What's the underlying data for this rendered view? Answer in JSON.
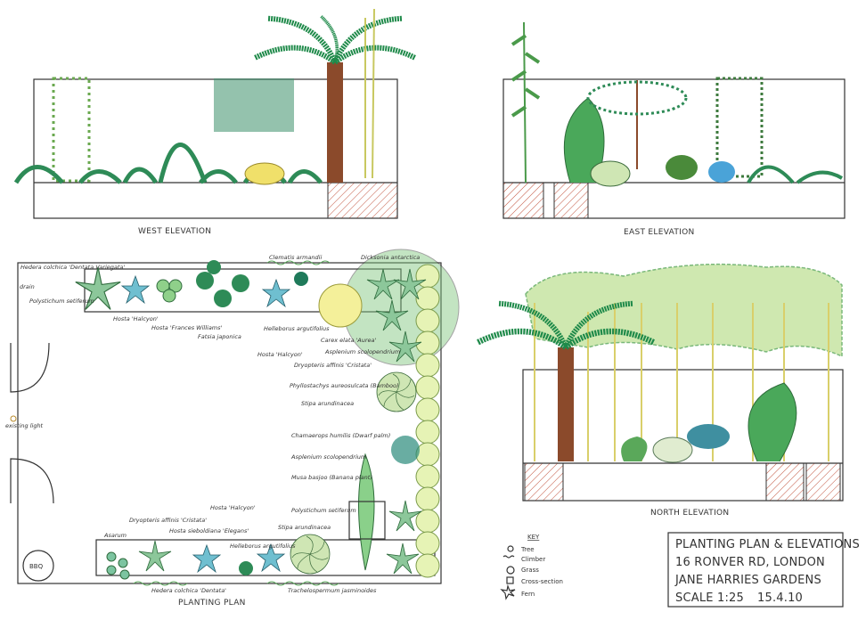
{
  "elevations": {
    "west": "WEST ELEVATION",
    "east": "EAST ELEVATION",
    "north": "NORTH ELEVATION"
  },
  "plan": {
    "title": "PLANTING PLAN",
    "bbq": "BBQ",
    "existing_light": "existing light",
    "drain": "drain",
    "labels": {
      "hedera_top": "Hedera colchica 'Dentata Variegata'",
      "polystichum_top": "Polystichum setiferum",
      "hosta_halcyon_1": "Hosta 'Halcyon'",
      "hosta_fw": "Hosta 'Frances Williams'",
      "fatsia": "Fatsia japonica",
      "hosta_halcyon_2": "Hosta 'Halcyon'",
      "helleborus_top": "Helleborus argutifolius",
      "carex": "Carex elata 'Aurea'",
      "asplenium_top": "Asplenium scolopendrium",
      "dryopteris_top": "Dryopteris affinis 'Cristata'",
      "clematis": "Clematis armandii",
      "dicksonia": "Dicksonia antarctica",
      "phyllostachys": "Phyllostachys aureosulcata (Bamboo)",
      "stipa_1": "Stipa arundinacea",
      "chamaerops": "Chamaerops humilis (Dwarf palm)",
      "asplenium_2": "Asplenium scolopendrium",
      "musa": "Musa basjoo (Banana plant)",
      "polystichum_2": "Polystichum setiferum",
      "stipa_2": "Stipa arundinacea",
      "hosta_halcyon_3": "Hosta 'Halcyon'",
      "asarum": "Asarum",
      "dryopteris_bottom": "Dryopteris affinis 'Cristata'",
      "hosta_elegans": "Hosta sieboldiana 'Elegans'",
      "helleborus_bottom": "Helleborus argutifolius",
      "hedera_bottom": "Hedera colchica 'Dentata'",
      "trachelospermum": "Trachelospermum jasminoides"
    }
  },
  "key": {
    "title": "KEY",
    "items": [
      "Tree",
      "Climber",
      "Grass",
      "Cross-section",
      "Fern"
    ]
  },
  "title_block": {
    "line1": "PLANTING PLAN & ELEVATIONS",
    "line2": "16 RONVER RD, LONDON",
    "line3": "JANE HARRIES GARDENS",
    "scale": "SCALE 1:25",
    "date": "15.4.10"
  },
  "colors": {
    "green": "#2e8b57",
    "light_green": "#d8eea0",
    "blue": "#4aa3d8",
    "trunk": "#8b4a2b",
    "hatch": "#c0503a"
  }
}
